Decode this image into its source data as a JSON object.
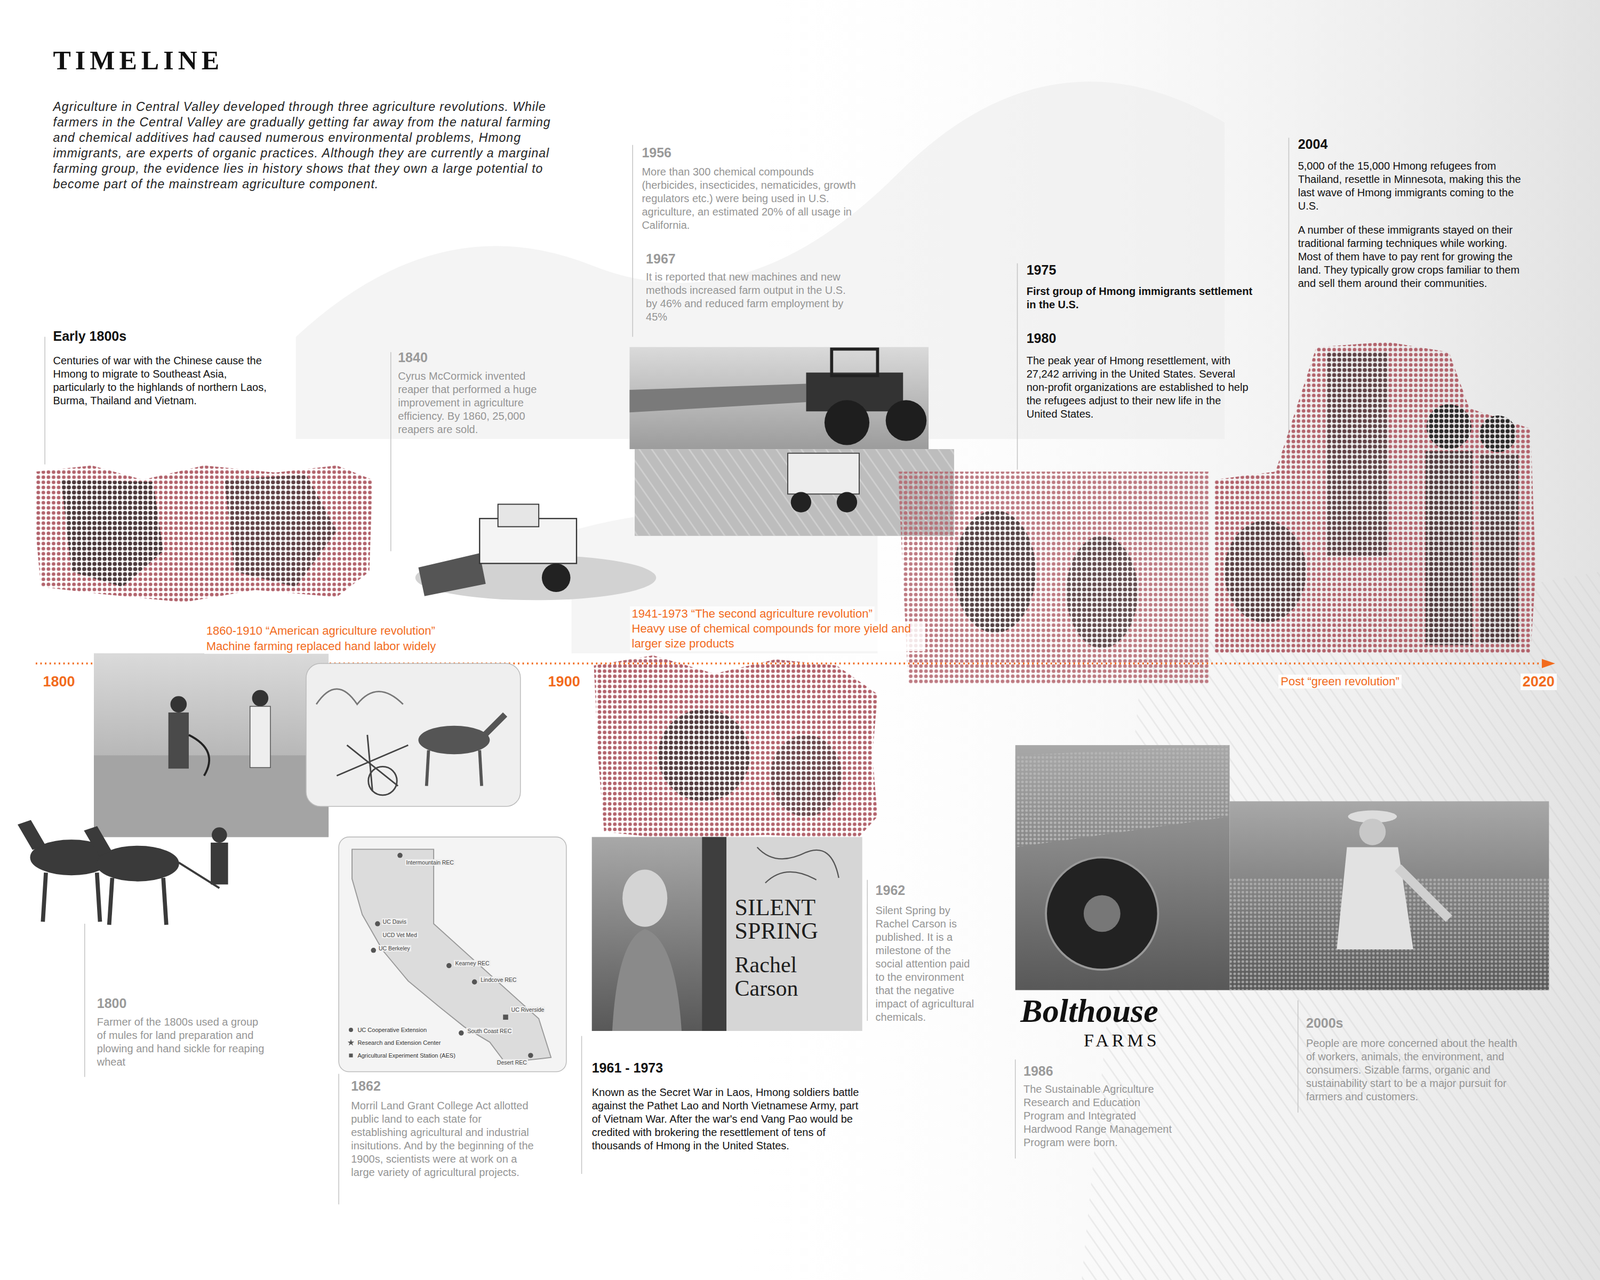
{
  "diagram": {
    "title": "TIMELINE",
    "labels": [
      "Agriculture in Central Valley developed through three agriculture revolutions. While farmers in the Central Valley are gradually getting far away from the natural farming and chemical additives had caused numerous environmental problems, Hmong immigrants, are experts of organic practices. Although they are currently a marginal farming group, the evidence lies in history shows that they own a large potential to become part of the mainstream agriculture component.",
      "Early 1800s",
      "Centuries of war with the Chinese cause the Hmong to migrate to Southeast Asia, particularly to the highlands of northern Laos, Burma, Thailand and Vietnam.",
      "1840",
      "Cyrus McCormick invented reaper that performed a huge improvement in agriculture efficiency. By 1860, 25,000 reapers are sold.",
      "1956",
      "More than 300 chemical compounds (herbicides, insecticides, nematicides, growth regulators etc.) were being used in U.S. agriculture, an estimated 20% of all usage in California.",
      "1967",
      "It is reported that new machines and new methods increased farm output in the U.S. by 46% and reduced farm employment by 45%",
      "1975",
      "First group of Hmong immigrants settlement in the U.S.",
      "1980",
      "The peak year of Hmong resettlement, with 27,242 arriving in the United States. Several non-profit organizations are established to help the refugees adjust to their new life in the United States.",
      "2004",
      "5,000 of the 15,000 Hmong refugees from Thailand, resettle in Minnesota, making this the last wave of Hmong immigrants coming to the U.S.",
      "A number of these immigrants stayed on their traditional farming techniques while working. Most of them have to pay rent for growing the land. They typically grow crops familiar to them and sell them around their communities.",
      "1860-1910 “American agriculture revolution”",
      "Machine farming replaced hand labor widely",
      "1941-1973 “The second agriculture revolution”",
      "Heavy use of chemical compounds for more yield and larger size products",
      "1800",
      "1900",
      "Post “green revolution”",
      "2020",
      "1800",
      "Farmer of the 1800s used a group of mules for land preparation and plowing and hand sickle for reaping wheat",
      "Intermountain REC",
      "UC Davis",
      "UCD Vet Med",
      "UC Berkeley",
      "Kearney REC",
      "Lindcove REC",
      "UC Riverside",
      "South Coast REC",
      "Desert REC",
      "1862",
      "Morril Land Grant College Act allotted public land to each state for establishing agricultural and industrial insitutions. And by the beginning of the 1900s, scientists were at work on a large variety of agricultural projects.",
      "SILENT SPRING",
      "Rachel Carson",
      "1961 - 1973",
      "Known as the Secret War in Laos, Hmong soldiers battle against the Pathet Lao and North Vietnamese Army, part of Vietnam War. After the war's end Vang Pao would be credited with brokering the resettlement of tens of thousands of Hmong in the United States.",
      "1962",
      "Silent Spring by Rachel Carson is published. It is a milestone of the social attention paid to the environment that the negative impact of agricultural chemicals.",
      "Bolthouse",
      "FARMS",
      "1986",
      "The Sustainable Agriculture Research and Education Program and Integrated Hardwood Range Management Program were born.",
      "2000s",
      "People are more concerned about the health of workers, animals, the environment, and consumers. Sizable farms, organic and sustainability start to be a major pursuit for farmers and customers."
    ],
    "legend": [
      {
        "text": "UC Cooperative Extension"
      },
      {
        "text": "Research and Extension Center"
      },
      {
        "text": "Agricultural Experiment Station (AES)"
      }
    ]
  }
}
